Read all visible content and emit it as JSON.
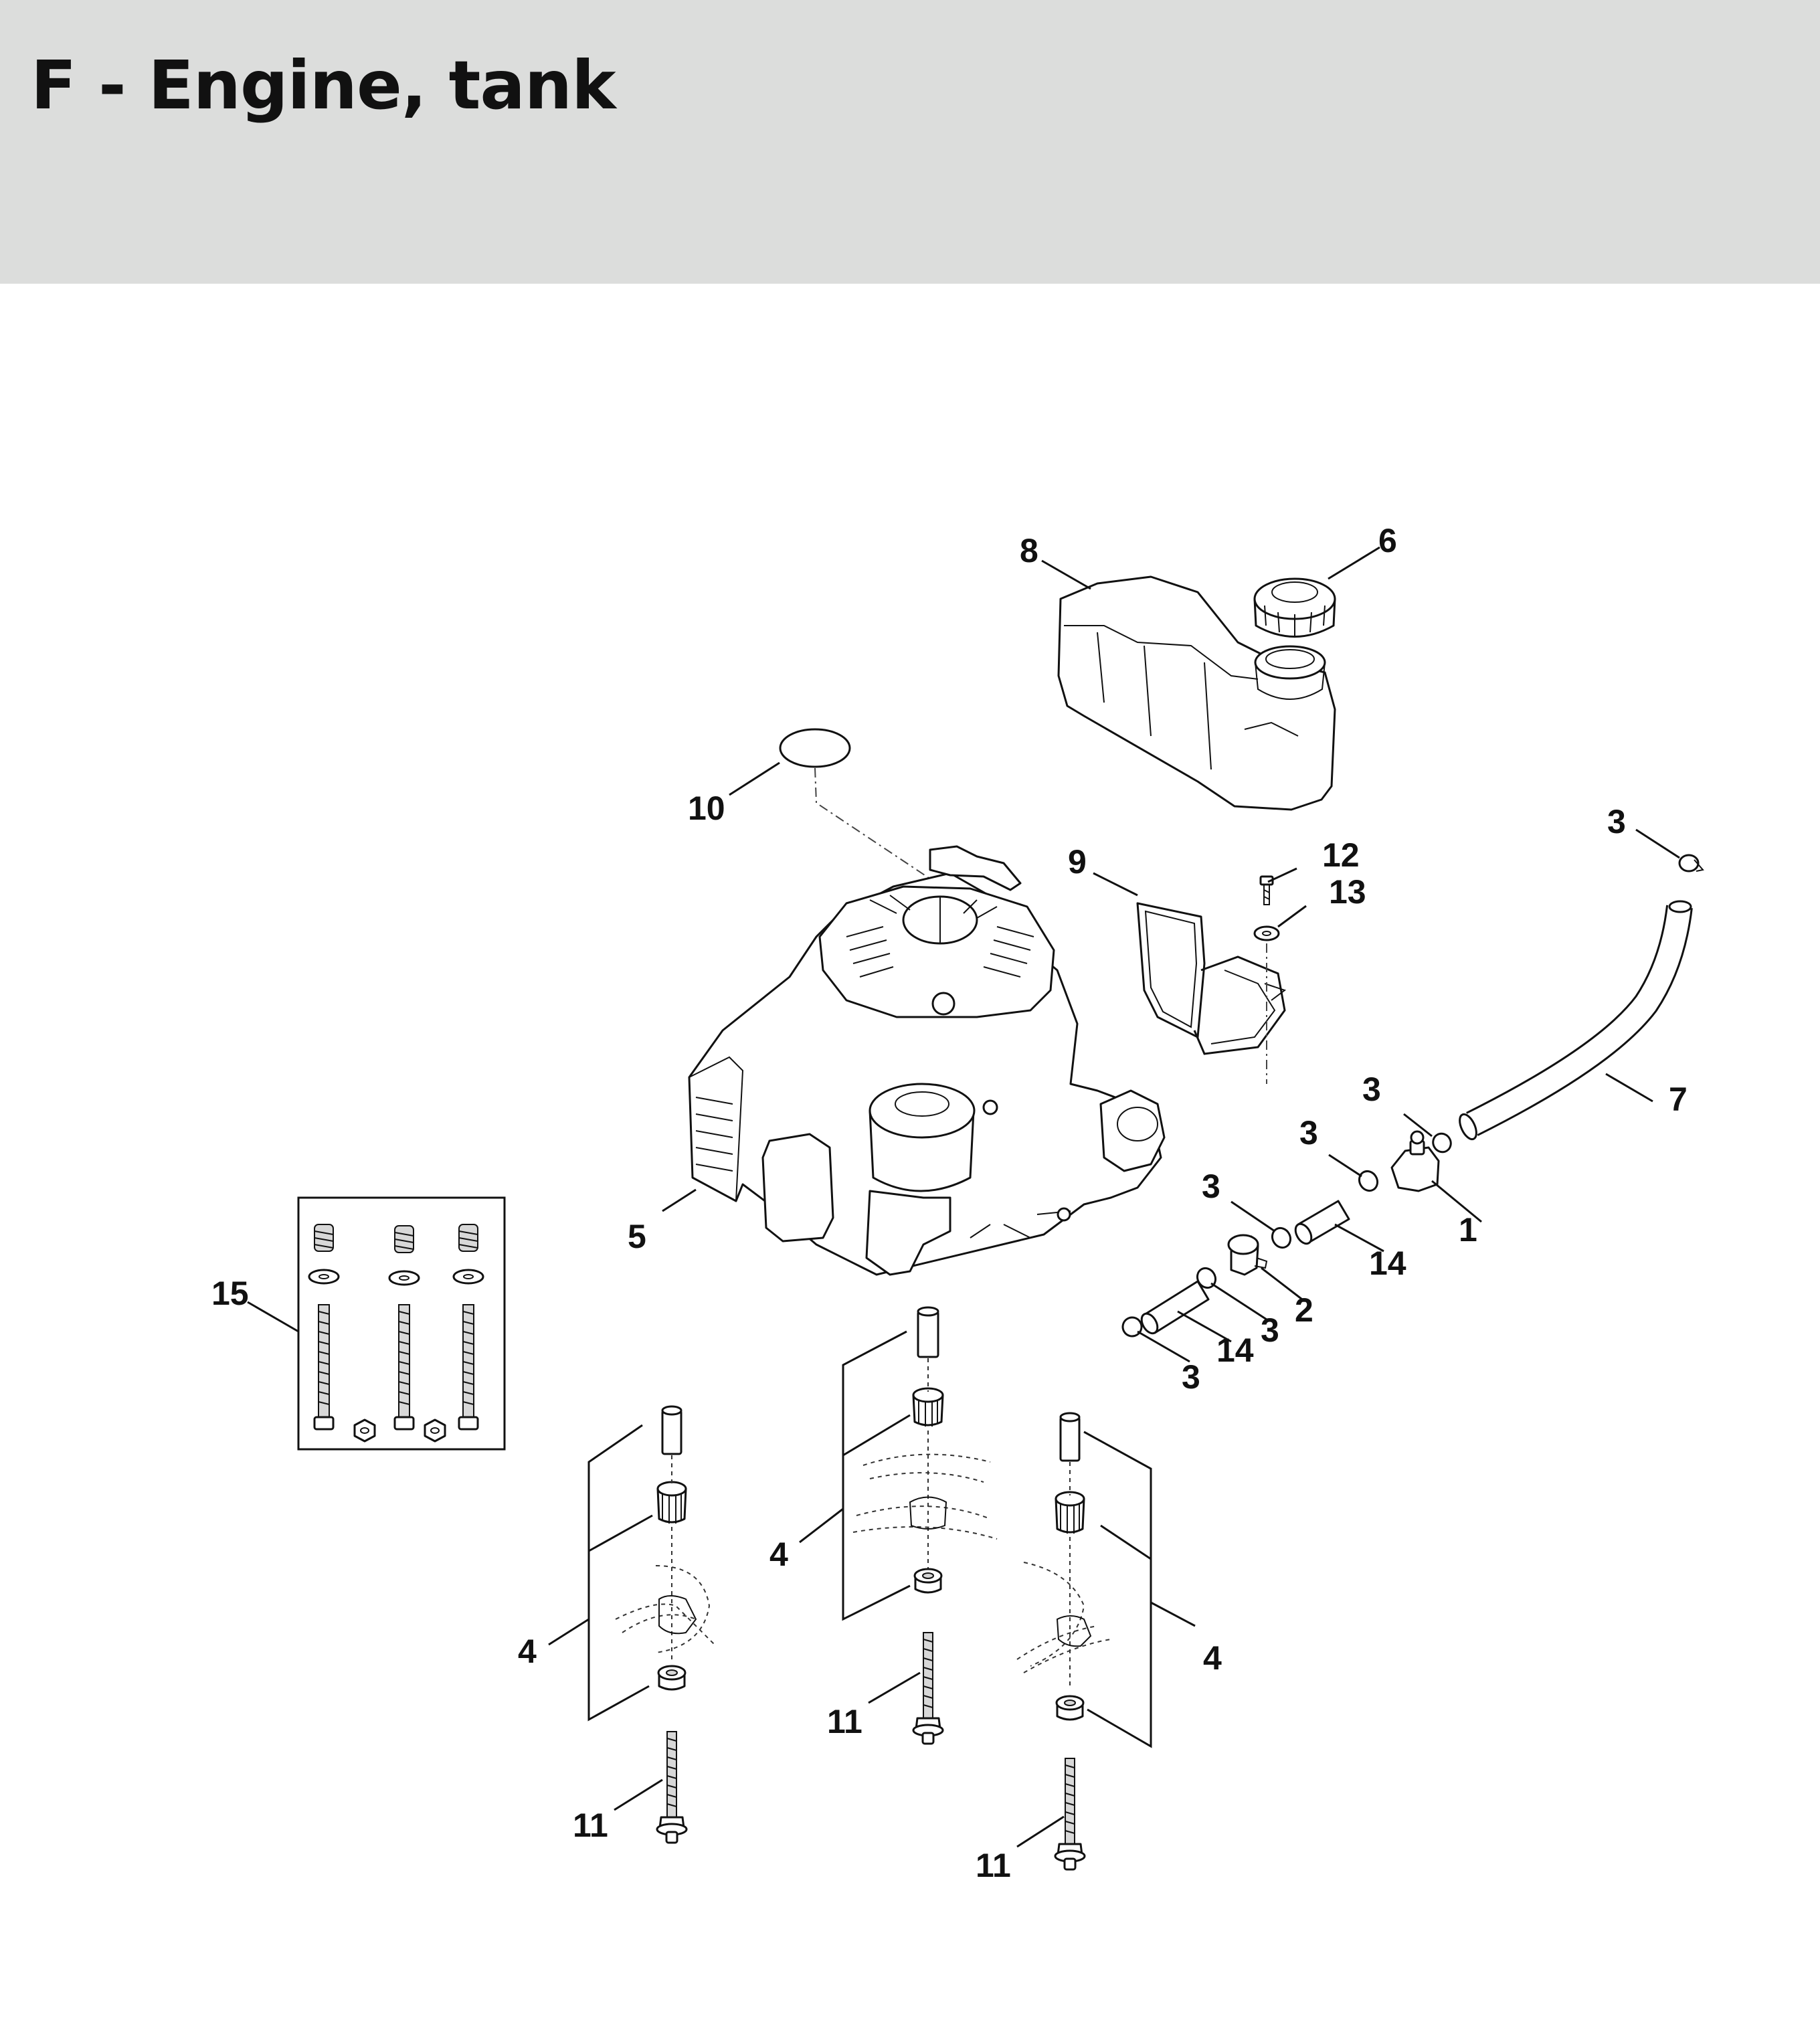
{
  "header": {
    "title": "F - Engine, tank",
    "background_color": "#dcdddc"
  },
  "diagram": {
    "callouts": [
      "1",
      "2",
      "3",
      "3",
      "3",
      "3",
      "3",
      "3",
      "4",
      "4",
      "4",
      "5",
      "6",
      "7",
      "8",
      "9",
      "10",
      "11",
      "11",
      "11",
      "12",
      "13",
      "14",
      "14",
      "15"
    ]
  }
}
